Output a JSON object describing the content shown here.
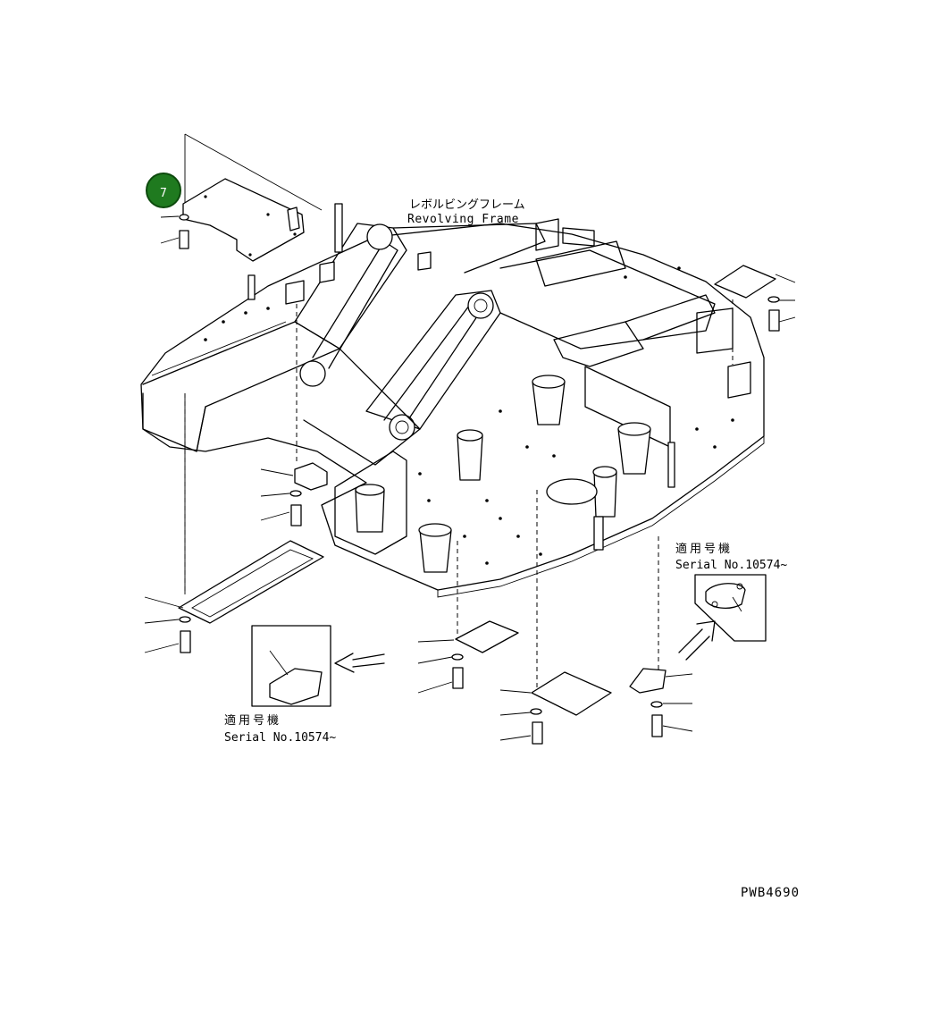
{
  "diagram": {
    "frame_label_jp": "レボルビングフレーム",
    "frame_label_en": "Revolving Frame",
    "callout_badge": {
      "number": "7",
      "color": "#1f7a1f"
    },
    "applicable_left": {
      "jp": "適用号機",
      "en": "Serial No.10574~"
    },
    "applicable_right": {
      "jp": "適用号機",
      "en": "Serial No.10574~"
    },
    "drawing_number": "PWB4690"
  }
}
